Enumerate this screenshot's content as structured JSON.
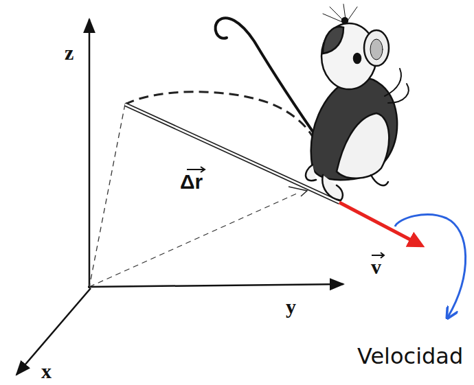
{
  "diagram": {
    "labels": [
      "z",
      "y",
      "x",
      "Δr",
      "v",
      "Velocidad"
    ]
  }
}
